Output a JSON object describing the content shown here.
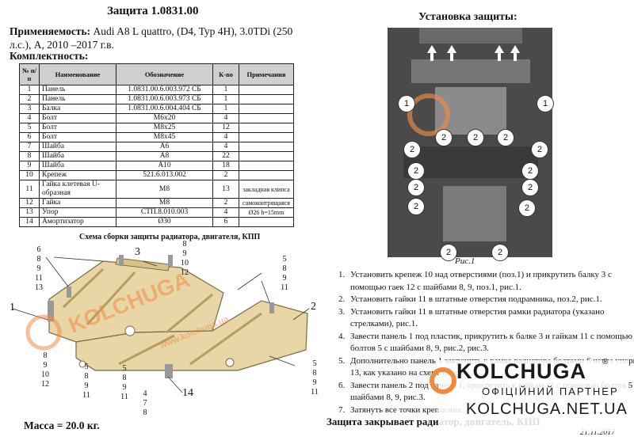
{
  "header": {
    "title": "Защита 1.0831.00",
    "applicability_label": "Применяемость:",
    "applicability_text": "Audi A8 L quattro, (D4, Typ 4H), 3.0TDi (250 л.с.), А, 2010 –2017 г.в.",
    "completeness_label": "Комплектность:"
  },
  "parts_table": {
    "headers": [
      "№ п/п",
      "Наименование",
      "Обозначение",
      "К-во",
      "Примечания"
    ],
    "rows": [
      [
        "1",
        "Панель",
        "1.0831.00.6.003.972 СБ",
        "1",
        ""
      ],
      [
        "2",
        "Панель",
        "1.0831.00.6.003.973 СБ",
        "1",
        ""
      ],
      [
        "3",
        "Балка",
        "1.0831.00.6.004.404 СБ",
        "1",
        ""
      ],
      [
        "4",
        "Болт",
        "М6х20",
        "4",
        ""
      ],
      [
        "5",
        "Болт",
        "М8х25",
        "12",
        ""
      ],
      [
        "6",
        "Болт",
        "М8х45",
        "4",
        ""
      ],
      [
        "7",
        "Шайба",
        "А6",
        "4",
        ""
      ],
      [
        "8",
        "Шайба",
        "А8",
        "22",
        ""
      ],
      [
        "9",
        "Шайба",
        "А10",
        "18",
        ""
      ],
      [
        "10",
        "Крепеж",
        "521.6.013.002",
        "2",
        ""
      ],
      [
        "11",
        "Гайка клетевая U-образная",
        "М8",
        "13",
        "закладная клипса"
      ],
      [
        "12",
        "Гайка",
        "М8",
        "2",
        "самоконтрящаяся"
      ],
      [
        "13",
        "Упор",
        "СТП.8.010.003",
        "4",
        "Ø26 h=15mm"
      ],
      [
        "14",
        "Амортизатор",
        "Ø30",
        "6",
        ""
      ]
    ]
  },
  "schema": {
    "title": "Схема сборки защиты радиатора, двигателя, КПП",
    "callouts_left_top": [
      "6",
      "8",
      "9",
      "11",
      "13"
    ],
    "callout_3": "3",
    "callouts_center_top": [
      "8",
      "9",
      "10",
      "12"
    ],
    "callouts_right_top": [
      "5",
      "8",
      "9",
      "11"
    ],
    "label_1": "1",
    "label_2": "2",
    "callouts_left_bottom": [
      "8",
      "9",
      "10",
      "12"
    ],
    "callouts_bottom_a": [
      "5",
      "8",
      "9",
      "11"
    ],
    "callouts_bottom_b": [
      "4",
      "7",
      "8"
    ],
    "label_14": "14",
    "callouts_right_bottom": [
      "5",
      "8",
      "9",
      "11"
    ],
    "watermark_brand": "KOLCHUGA",
    "watermark_site": "www.kolchuga.ua"
  },
  "install": {
    "title": "Установка защиты:",
    "figure_caption": "Рис.1",
    "markers": [
      "1",
      "1",
      "2",
      "2",
      "2",
      "2",
      "2",
      "2",
      "2",
      "2",
      "2",
      "2",
      "2",
      "2",
      "2"
    ],
    "steps": [
      "Установить крепеж 10 над отверстиями (поз.1) и прикрутить балку 3 с помощью гаек 12 с шайбами 8, 9, поз.1, рис.1.",
      "Установить гайки 11 в штатные отверстия подрамника, поз.2, рис.1.",
      "Установить гайки 11 в штатные отверстия рамки радиатора (указано стрелками), рис.1.",
      "Завести панель 1 под пластик, прикрутить к балке 3 и гайкам 11 с помощью болтов 5 с шайбами 8, 9, рис.2, рис.3.",
      "Дополнительно панель 1 закрепить к рамке радиатора болтами 6 через упоры 13, как указано на схеме сборки.",
      "Завести панель 2 под панель 1, прикрутить к гайкам 11 с помощью болтов 5 с шайбами 8, 9, рис.3.",
      "Затянуть все точки крепления."
    ]
  },
  "footer": {
    "mass": "Масса = 20.0 кг.",
    "covers": "Защита закрывает радиатор, двигатель, КПП",
    "date": "21.11.2017"
  },
  "logo": {
    "brand": "KOLCHUGA",
    "partner": "ОФІЦІЙНИЙ ПАРТНЕР",
    "site": "KOLCHUGA.NET.UA",
    "registered": "®"
  },
  "colors": {
    "accent": "#f08a3c",
    "photo_bg": "#5a5a5a",
    "part_fill": "#e9d6a6",
    "table_header": "#cfcfcf"
  }
}
